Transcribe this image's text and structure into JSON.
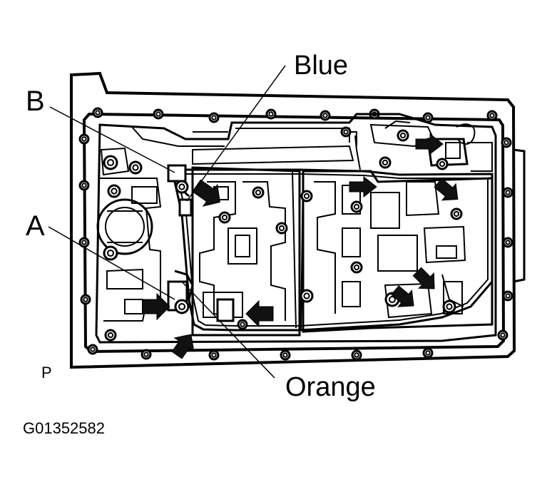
{
  "labels": {
    "blue": "Blue",
    "orange": "Orange",
    "a": "A",
    "b": "B",
    "p": "P",
    "figure_id": "G01352582"
  },
  "colors": {
    "line": "#000000",
    "background": "#ffffff",
    "arrow": "#111111"
  }
}
